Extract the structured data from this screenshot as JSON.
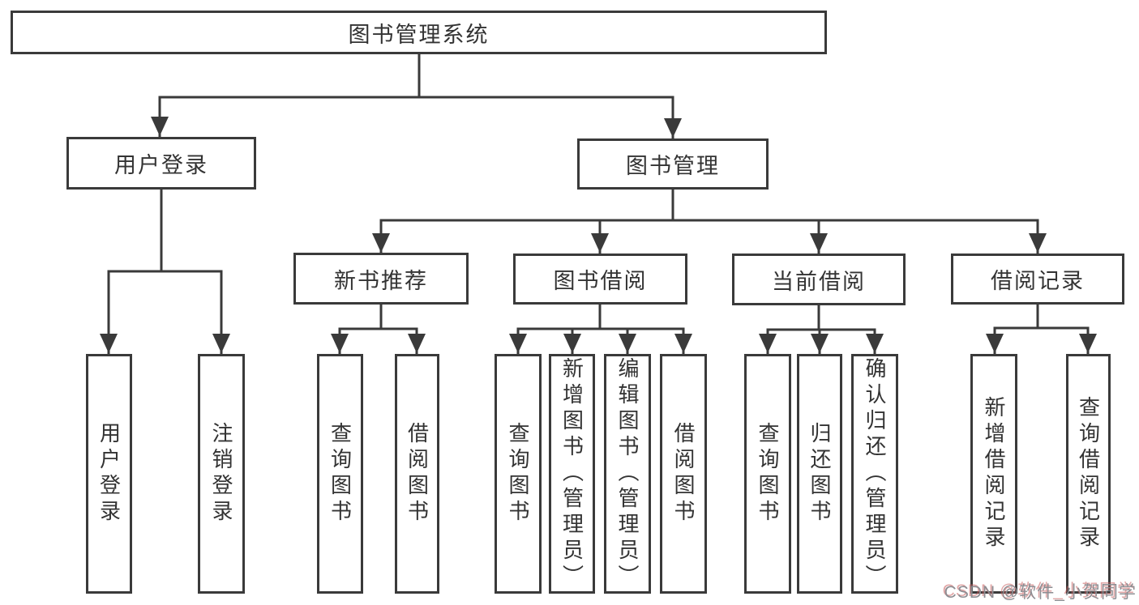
{
  "colors": {
    "line": "#3a3a3a",
    "box_border": "#3a3a3a",
    "text": "#333333",
    "background": "#ffffff",
    "watermark_gray": "#8d8d92",
    "watermark_red": "#c95d5d"
  },
  "tree": {
    "root": "图书管理系统",
    "user_login_branch": {
      "label": "用户登录",
      "children": [
        "用户登录",
        "注销登录"
      ]
    },
    "book_mgmt_branch": {
      "label": "图书管理",
      "sections": [
        {
          "label": "新书推荐",
          "children": [
            "查询图书",
            "借阅图书"
          ]
        },
        {
          "label": "图书借阅",
          "children": [
            "查询图书",
            "新增图书（管理员）",
            "编辑图书（管理员）",
            "借阅图书"
          ]
        },
        {
          "label": "当前借阅",
          "children": [
            "查询图书",
            "归还图书",
            "确认归还（管理员）"
          ]
        },
        {
          "label": "借阅记录",
          "children": [
            "新增借阅记录",
            "查询借阅记录"
          ]
        }
      ]
    }
  },
  "watermark": "CSDN @软件_小贺同学"
}
